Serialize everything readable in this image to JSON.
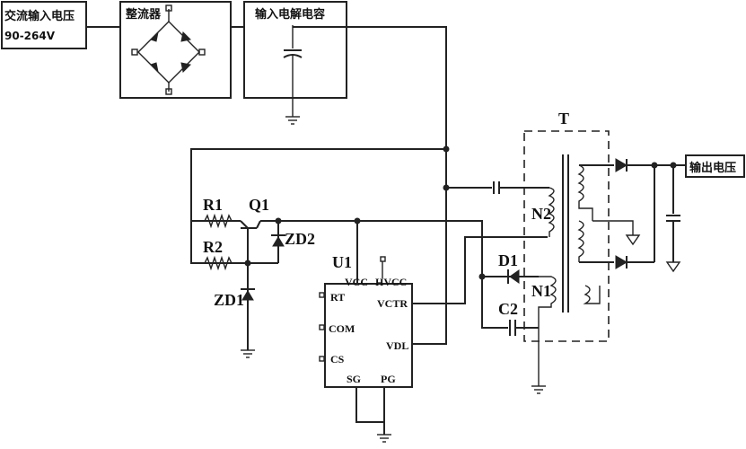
{
  "blocks": {
    "ac_input_title": "交流输入电压",
    "ac_input_range": "90-264V",
    "rectifier": "整流器",
    "input_capacitor": "输入电解电容",
    "output_voltage": "输出电压"
  },
  "components": {
    "r1": "R1",
    "r2": "R2",
    "q1": "Q1",
    "zd1": "ZD1",
    "zd2": "ZD2",
    "d1": "D1",
    "c2": "C2",
    "u1": "U1",
    "transformer": "T",
    "n1": "N1",
    "n2": "N2"
  },
  "ic_pins": {
    "vcc": "VCC",
    "hvcc": "HVCC",
    "rt": "RT",
    "vctr": "VCTR",
    "com": "COM",
    "vdl": "VDL",
    "cs": "CS",
    "sg": "SG",
    "pg": "PG"
  }
}
